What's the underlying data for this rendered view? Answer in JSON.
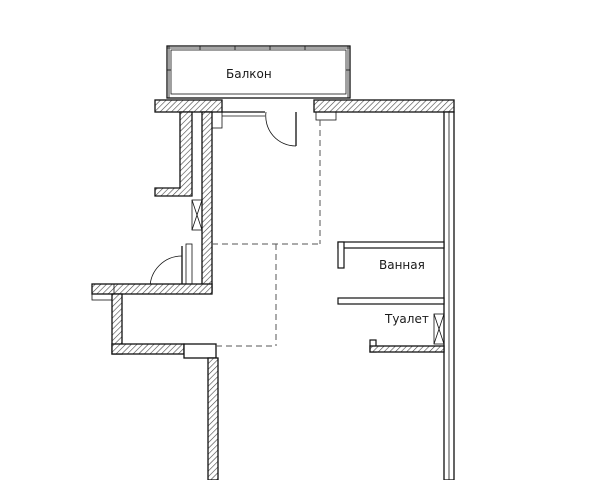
{
  "rooms": {
    "balcony": "Балкон",
    "bathroom": "Ванная",
    "toilet": "Туалет"
  },
  "colors": {
    "line": "#111111",
    "hatch": "#444444",
    "dashed": "#555555",
    "background": "#ffffff"
  }
}
